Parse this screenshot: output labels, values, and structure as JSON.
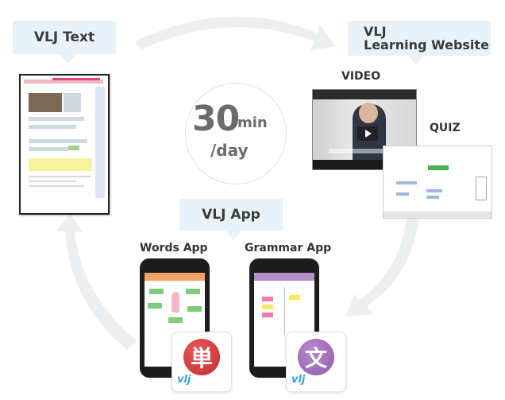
{
  "bubbles": {
    "text": "VLJ Text",
    "website_line1": "VLJ",
    "website_line2": "Learning Website",
    "app": "VLJ App"
  },
  "center": {
    "amount": "30",
    "unit": "min",
    "period": "/day"
  },
  "labels": {
    "video": "VIDEO",
    "quiz": "QUIZ",
    "words_app": "Words App",
    "grammar_app": "Grammar App"
  },
  "icons": {
    "words_glyph": "単",
    "grammar_glyph": "文",
    "brand_mark": "vlj",
    "words_color": "#c52a2a",
    "grammar_color": "#8f5aa8",
    "bubble_color": "#e9f2f9",
    "arrow_color": "#eceeef"
  }
}
